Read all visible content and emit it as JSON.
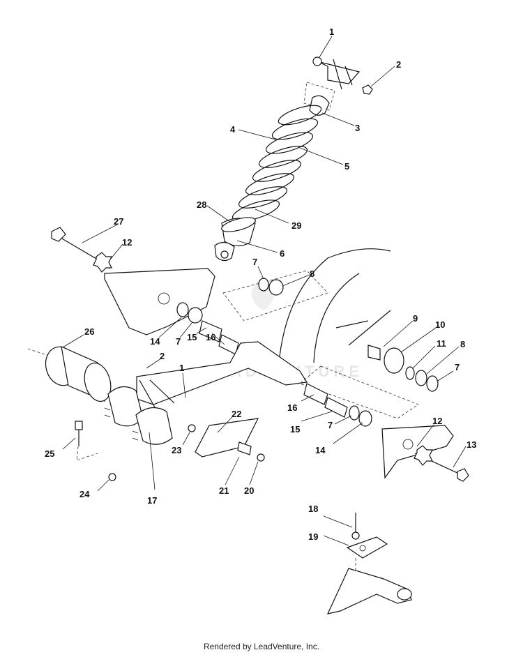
{
  "labels": {
    "l1a": "1",
    "l2a": "2",
    "l3": "3",
    "l4": "4",
    "l5": "5",
    "l6": "6",
    "l7a": "7",
    "l8a": "8",
    "l27": "27",
    "l12a": "12",
    "l28": "28",
    "l29": "29",
    "l26": "26",
    "l14a": "14",
    "l7b": "7",
    "l15a": "15",
    "l16a": "16",
    "l2b": "2",
    "l1b": "1",
    "l9": "9",
    "l10": "10",
    "l11": "11",
    "l8b": "8",
    "l7c": "7",
    "l16b": "16",
    "l15b": "15",
    "l7d": "7",
    "l14b": "14",
    "l12b": "12",
    "l13": "13",
    "l22": "22",
    "l25": "25",
    "l23": "23",
    "l24": "24",
    "l17": "17",
    "l21": "21",
    "l20": "20",
    "l18": "18",
    "l19": "19"
  },
  "watermark": "LEADVENTURE",
  "footer": "Rendered by LeadVenture, Inc."
}
